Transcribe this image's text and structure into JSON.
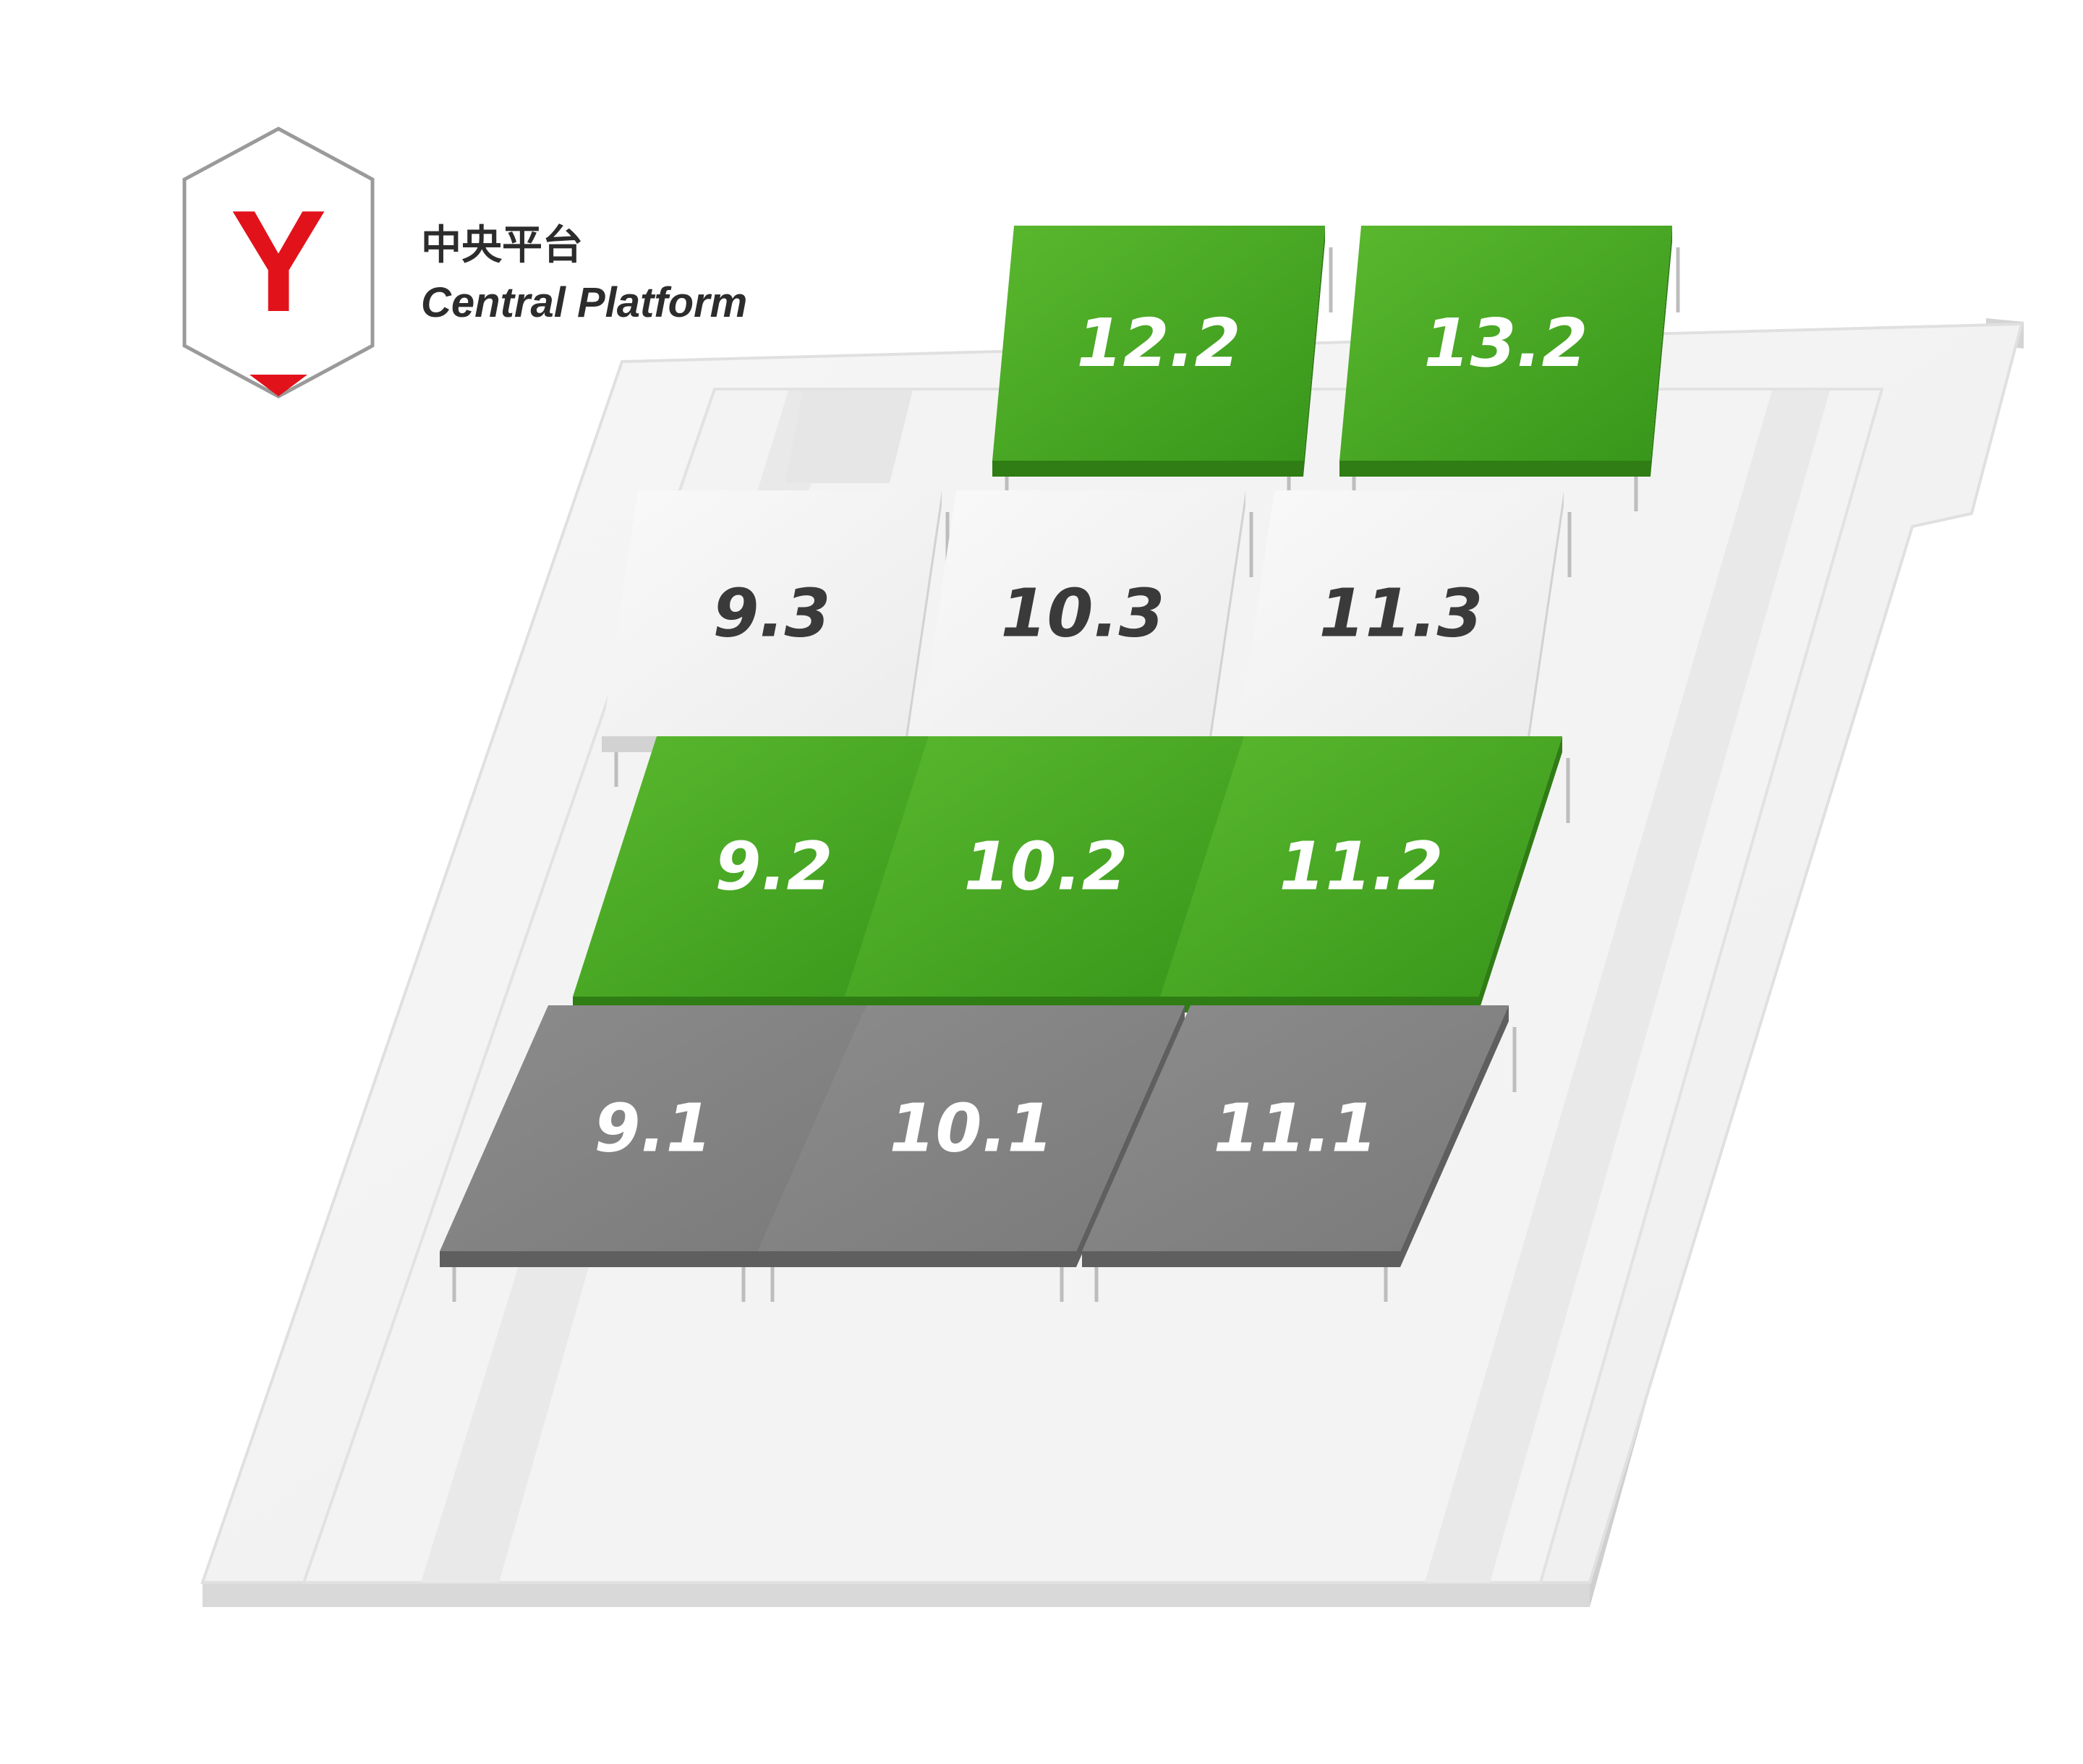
{
  "platform": {
    "logo_letter": "Y",
    "title_cn": "中央平台",
    "title_en": "Central Platform",
    "accent_color": "#e2121b"
  },
  "hall_colors": {
    "green": "#3ea01c",
    "white": "#f4f4f4",
    "gray": "#868686"
  },
  "halls": [
    {
      "id": "12.2",
      "label": "12.2",
      "style": "green"
    },
    {
      "id": "13.2",
      "label": "13.2",
      "style": "green"
    },
    {
      "id": "9.3",
      "label": "9.3",
      "style": "white"
    },
    {
      "id": "10.3",
      "label": "10.3",
      "style": "white"
    },
    {
      "id": "11.3",
      "label": "11.3",
      "style": "white"
    },
    {
      "id": "9.2",
      "label": "9.2",
      "style": "green"
    },
    {
      "id": "10.2",
      "label": "10.2",
      "style": "green"
    },
    {
      "id": "11.2",
      "label": "11.2",
      "style": "green"
    },
    {
      "id": "9.1",
      "label": "9.1",
      "style": "gray"
    },
    {
      "id": "10.1",
      "label": "10.1",
      "style": "gray"
    },
    {
      "id": "11.1",
      "label": "11.1",
      "style": "gray"
    }
  ]
}
